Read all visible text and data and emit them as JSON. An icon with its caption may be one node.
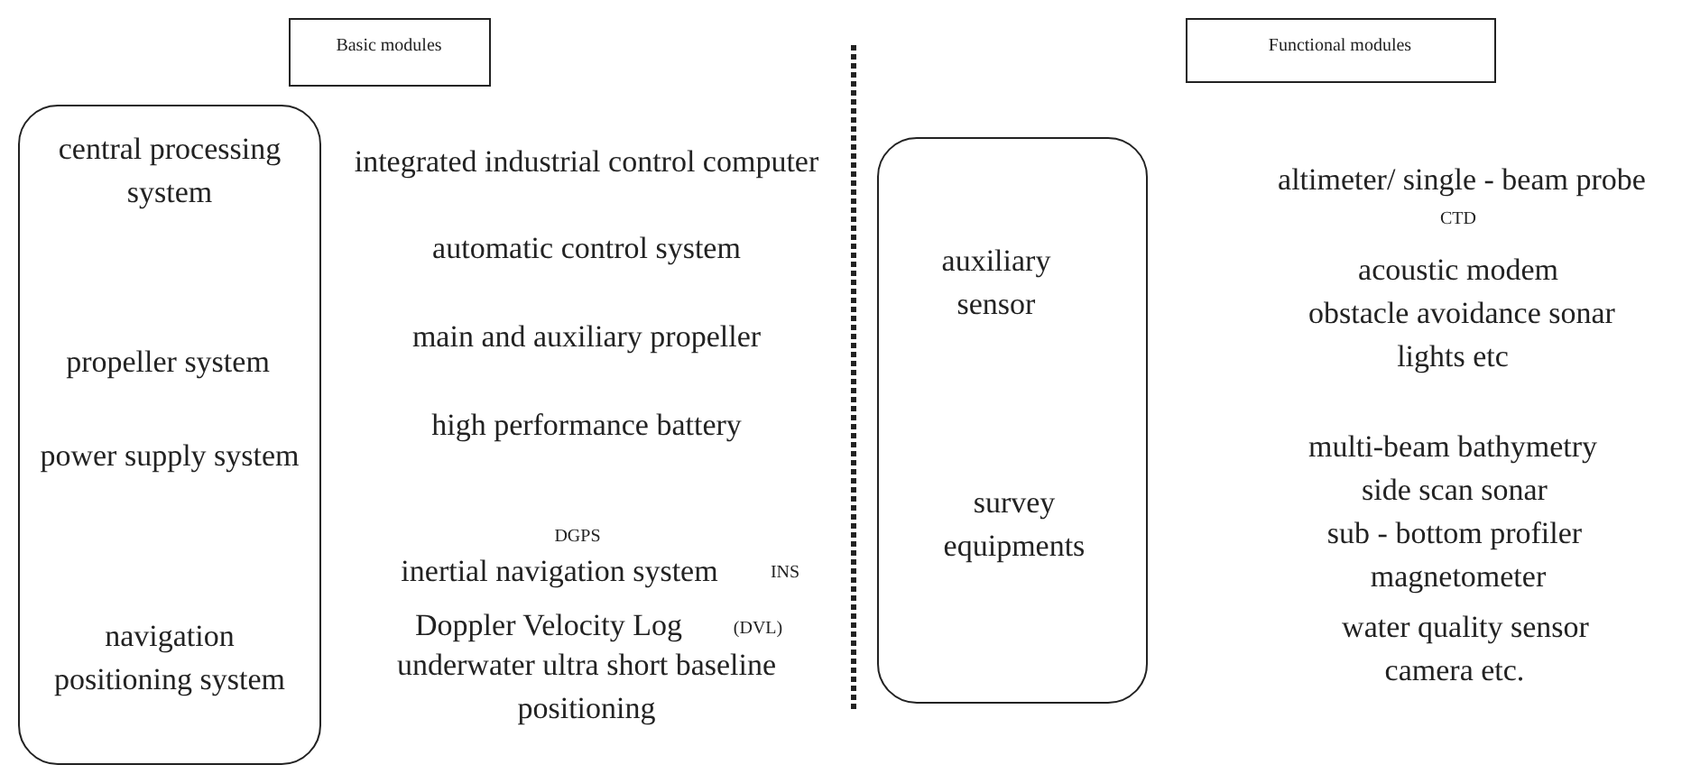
{
  "diagram": {
    "nodes": [
      {
        "text": [
          "Basic modules"
        ]
      },
      {
        "text": [
          "central processing system",
          "propeller system",
          "power supply system",
          "navigation positioning system"
        ]
      },
      {
        "text": [
          "Functional modules"
        ]
      },
      {
        "text": [
          "auxiliary sensor",
          "survey equipments"
        ]
      }
    ],
    "labels": [
      "integrated industrial control computer",
      "automatic control system",
      "main and auxiliary propeller",
      "high performance battery",
      "DGPS",
      "inertial navigation system",
      "INS",
      "Doppler Velocity Log",
      "(DVL)",
      "underwater ultra short baseline positioning",
      "altimeter/ single - beam probe",
      "CTD",
      "acoustic modem",
      "obstacle avoidance sonar",
      "lights etc",
      "multi-beam bathymetry",
      "side scan sonar",
      "sub - bottom profiler",
      "magnetometer",
      "water quality sensor",
      "camera etc."
    ]
  }
}
